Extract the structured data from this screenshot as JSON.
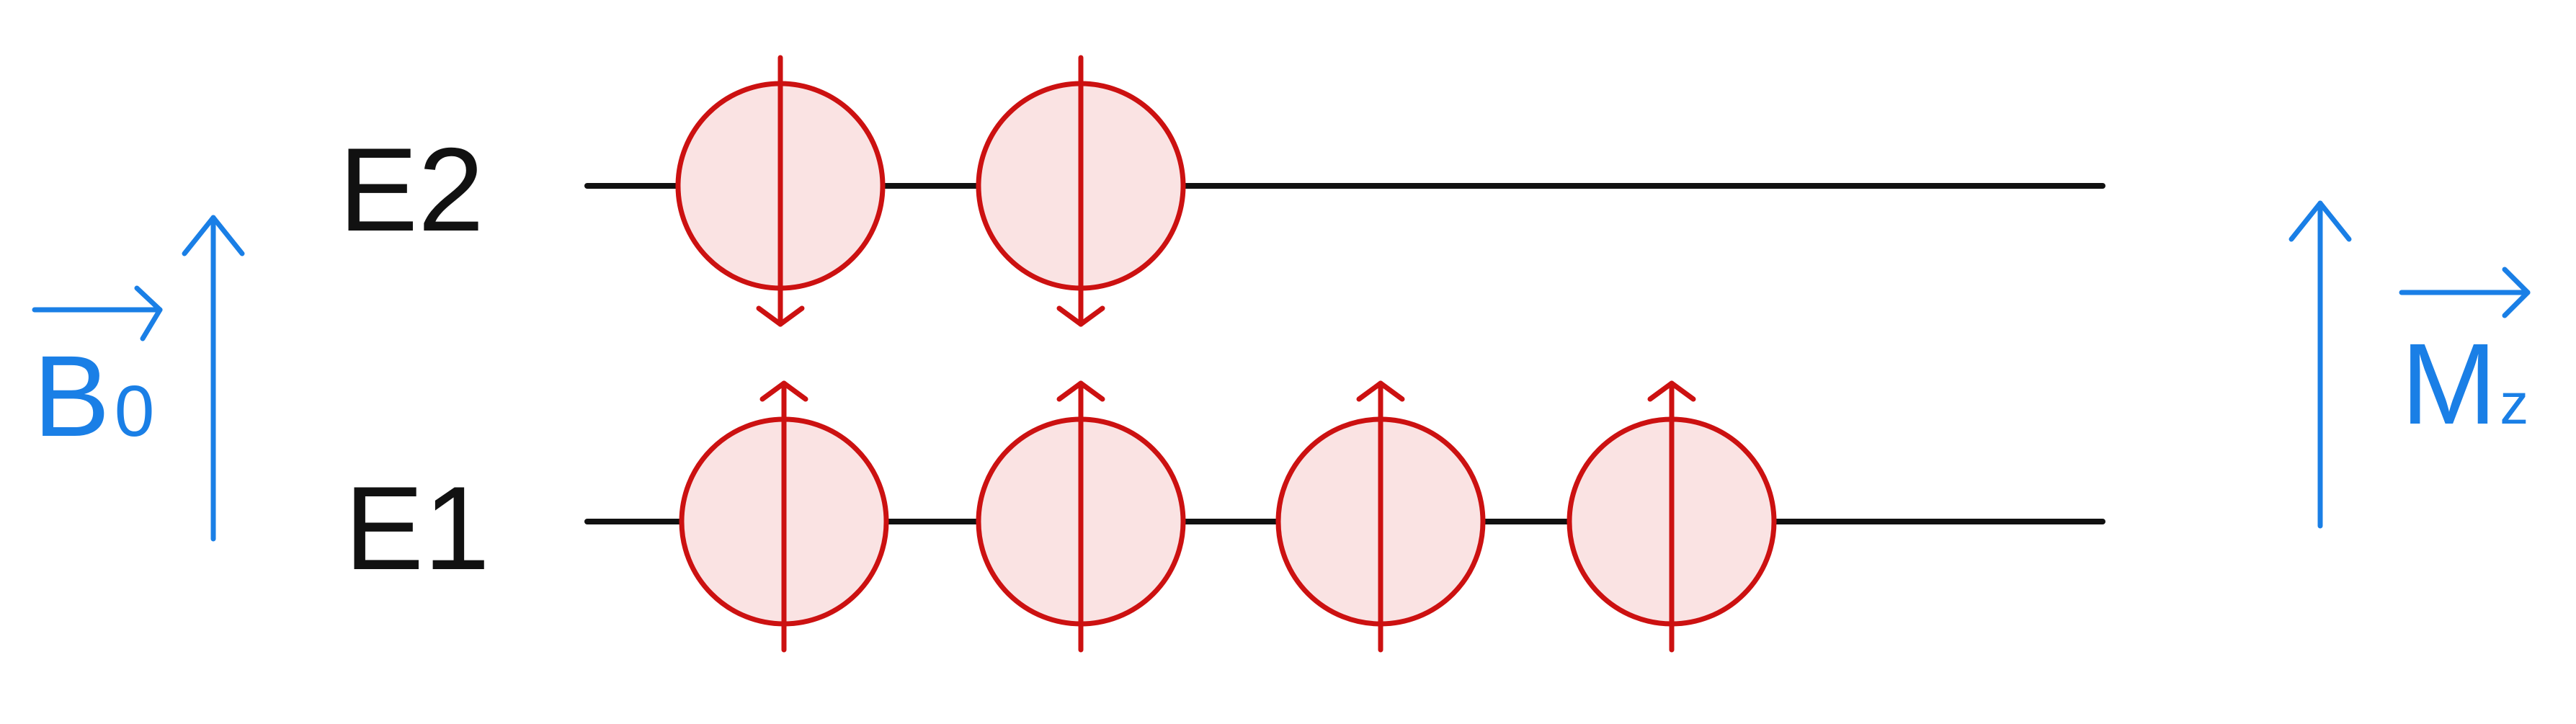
{
  "labels": {
    "upper_level": "E2",
    "lower_level": "E1",
    "field_letter": "B",
    "field_subscript": "0",
    "magnetization_letter": "M",
    "magnetization_subscript": "z"
  },
  "levels": [
    {
      "name": "E2",
      "spins": [
        {
          "direction": "down"
        },
        {
          "direction": "down"
        }
      ]
    },
    {
      "name": "E1",
      "spins": [
        {
          "direction": "up"
        },
        {
          "direction": "up"
        },
        {
          "direction": "up"
        },
        {
          "direction": "up"
        }
      ]
    }
  ],
  "colors": {
    "spin_stroke": "#cc1111",
    "spin_fill": "#fae3e3",
    "vector": "#1a7fe6",
    "level_line": "#111111",
    "level_label": "#111111"
  },
  "icons": {
    "field_arrow": "arrow-up-icon",
    "magnetization_arrow": "arrow-up-icon",
    "vector_over_arrow": "arrow-right-icon"
  }
}
